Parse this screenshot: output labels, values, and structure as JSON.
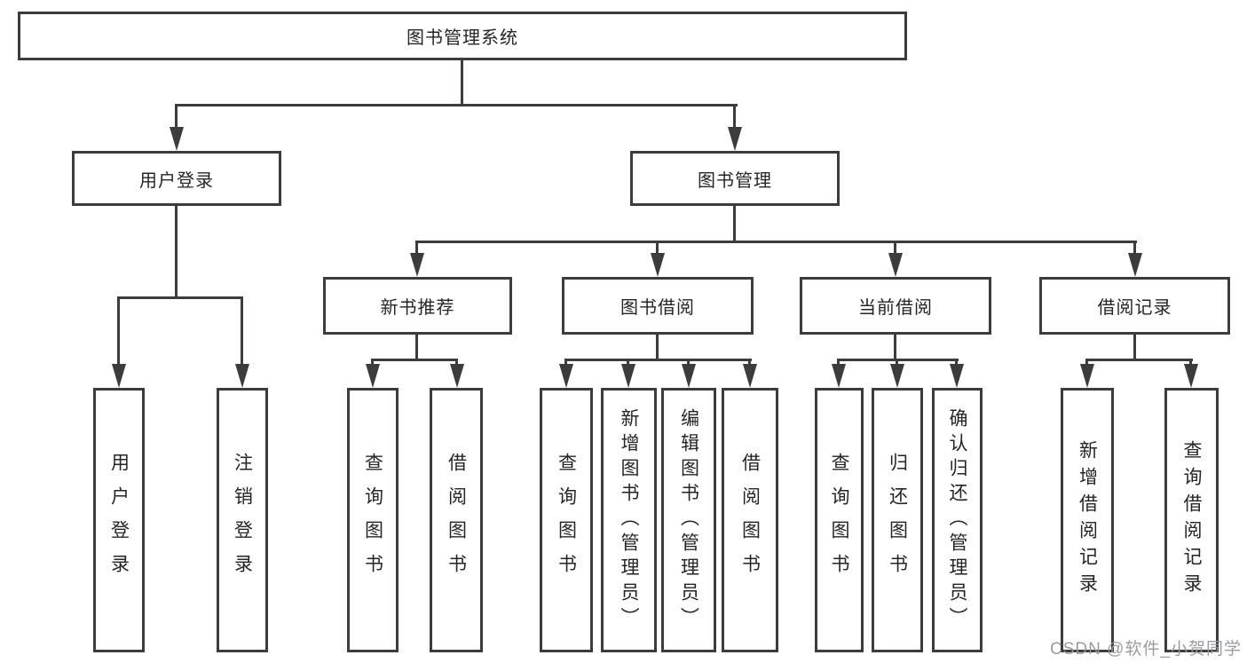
{
  "watermark": {
    "text": "CSDN @软件_小贺同学",
    "color": "#94989e"
  },
  "colors": {
    "line": "#3c3c3c",
    "box_border": "#3c3c3c",
    "text": "#252525",
    "background": "#ffffff"
  },
  "tree": {
    "label": "图书管理系统",
    "children": [
      {
        "label": "用户登录",
        "children": [
          {
            "label": "用户登录"
          },
          {
            "label": "注销登录"
          }
        ]
      },
      {
        "label": "图书管理",
        "children": [
          {
            "label": "新书推荐",
            "children": [
              {
                "label": "查询图书"
              },
              {
                "label": "借阅图书"
              }
            ]
          },
          {
            "label": "图书借阅",
            "children": [
              {
                "label": "查询图书"
              },
              {
                "label": "新增图书（管理员）"
              },
              {
                "label": "编辑图书（管理员）"
              },
              {
                "label": "借阅图书"
              }
            ]
          },
          {
            "label": "当前借阅",
            "children": [
              {
                "label": "查询图书"
              },
              {
                "label": "归还图书"
              },
              {
                "label": "确认归还（管理员）"
              }
            ]
          },
          {
            "label": "借阅记录",
            "children": [
              {
                "label": "新增借阅记录"
              },
              {
                "label": "查询借阅记录"
              }
            ]
          }
        ]
      }
    ]
  }
}
